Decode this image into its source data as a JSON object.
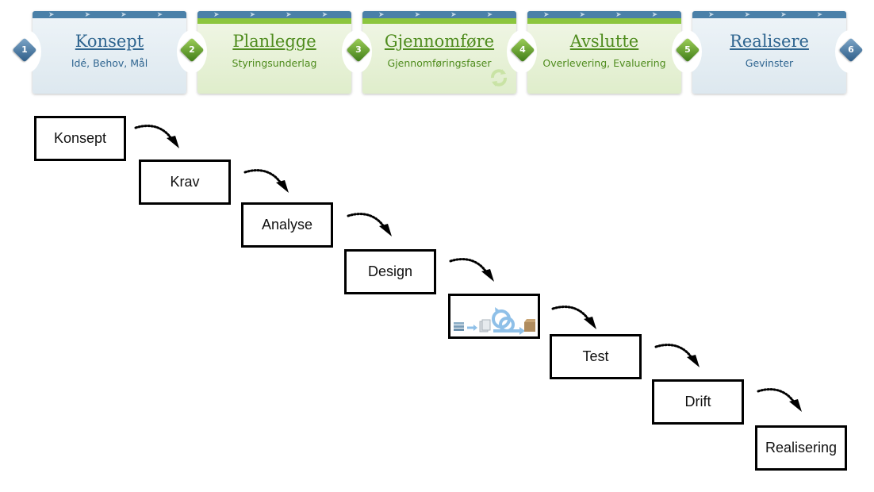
{
  "phases": [
    {
      "title": "Konsept",
      "subtitle": "Idé, Behov, Mål",
      "color": "blue",
      "number": "1"
    },
    {
      "title": "Planlegge",
      "subtitle": "Styringsunderlag",
      "color": "green",
      "number": "2"
    },
    {
      "title": "Gjennomføre",
      "subtitle": "Gjennomføringsfaser",
      "color": "green",
      "number": "3"
    },
    {
      "title": "Avslutte",
      "subtitle": "Overlevering, Evaluering",
      "color": "green",
      "number": "4"
    },
    {
      "title": "Realisere",
      "subtitle": "Gevinster",
      "color": "blue",
      "number": "5"
    }
  ],
  "last_marker": "6",
  "steps": [
    {
      "label": "Konsept"
    },
    {
      "label": "Krav"
    },
    {
      "label": "Analyse"
    },
    {
      "label": "Design"
    },
    {
      "label": "",
      "icon": "iterative-development-icon"
    },
    {
      "label": "Test"
    },
    {
      "label": "Drift"
    },
    {
      "label": "Realisering"
    }
  ],
  "colors": {
    "blue": "#2f6590",
    "green": "#4f8c1e",
    "bar_blue": "#4a80a8",
    "bar_green": "#8cc63e"
  }
}
